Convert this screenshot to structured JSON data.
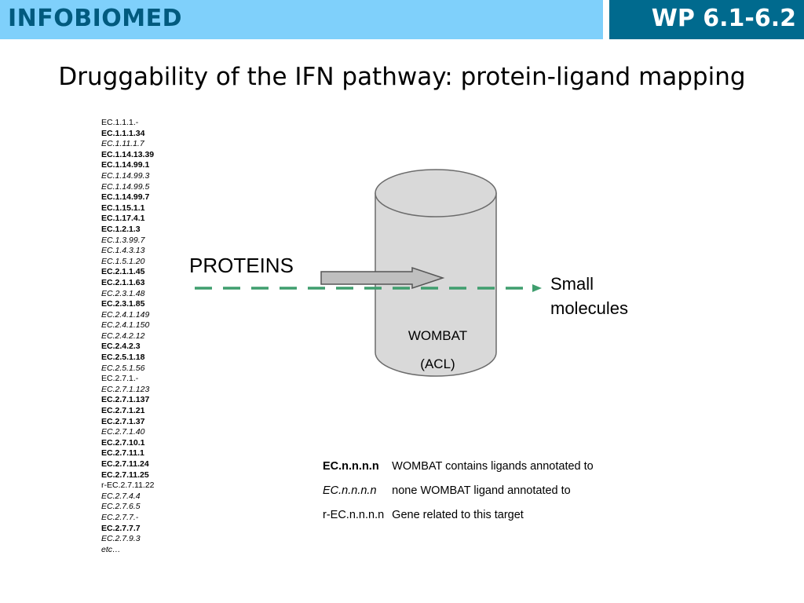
{
  "header": {
    "brand": "INFOBIOMED",
    "wp": "WP 6.1-6.2"
  },
  "slide": {
    "title": "Druggability of the IFN pathway: protein-ligand mapping"
  },
  "ec_list": [
    {
      "text": "EC.1.1.1.-",
      "style": "normal"
    },
    {
      "text": "EC.1.1.1.34",
      "style": "bold"
    },
    {
      "text": "EC.1.11.1.7",
      "style": "italic"
    },
    {
      "text": "EC.1.14.13.39",
      "style": "bold"
    },
    {
      "text": "EC.1.14.99.1",
      "style": "bold"
    },
    {
      "text": "EC.1.14.99.3",
      "style": "italic"
    },
    {
      "text": "EC.1.14.99.5",
      "style": "italic"
    },
    {
      "text": "EC.1.14.99.7",
      "style": "bold"
    },
    {
      "text": "EC.1.15.1.1",
      "style": "bold"
    },
    {
      "text": "EC.1.17.4.1",
      "style": "bold"
    },
    {
      "text": "EC.1.2.1.3",
      "style": "bold"
    },
    {
      "text": "EC.1.3.99.7",
      "style": "italic"
    },
    {
      "text": "EC.1.4.3.13",
      "style": "italic"
    },
    {
      "text": "EC.1.5.1.20",
      "style": "italic"
    },
    {
      "text": "EC.2.1.1.45",
      "style": "bold"
    },
    {
      "text": "EC.2.1.1.63",
      "style": "bold"
    },
    {
      "text": "EC.2.3.1.48",
      "style": "italic"
    },
    {
      "text": "EC.2.3.1.85",
      "style": "bold"
    },
    {
      "text": "EC.2.4.1.149",
      "style": "italic"
    },
    {
      "text": "EC.2.4.1.150",
      "style": "italic"
    },
    {
      "text": "EC.2.4.2.12",
      "style": "italic"
    },
    {
      "text": "EC.2.4.2.3",
      "style": "bold"
    },
    {
      "text": "EC.2.5.1.18",
      "style": "bold"
    },
    {
      "text": "EC.2.5.1.56",
      "style": "italic"
    },
    {
      "text": "EC.2.7.1.-",
      "style": "normal"
    },
    {
      "text": "EC.2.7.1.123",
      "style": "italic"
    },
    {
      "text": "EC.2.7.1.137",
      "style": "bold"
    },
    {
      "text": "EC.2.7.1.21",
      "style": "bold"
    },
    {
      "text": "EC.2.7.1.37",
      "style": "bold"
    },
    {
      "text": "EC.2.7.1.40",
      "style": "italic"
    },
    {
      "text": "EC.2.7.10.1",
      "style": "bold"
    },
    {
      "text": "EC.2.7.11.1",
      "style": "bold"
    },
    {
      "text": "EC.2.7.11.24",
      "style": "bold"
    },
    {
      "text": "EC.2.7.11.25",
      "style": "bold"
    },
    {
      "text": "r-EC.2.7.11.22",
      "style": "normal"
    },
    {
      "text": "EC.2.7.4.4",
      "style": "italic"
    },
    {
      "text": "EC.2.7.6.5",
      "style": "italic"
    },
    {
      "text": "EC.2.7.7.-",
      "style": "italic"
    },
    {
      "text": "EC.2.7.7.7",
      "style": "bold"
    },
    {
      "text": "EC.2.7.9.3",
      "style": "italic"
    },
    {
      "text": "etc…",
      "style": "italic"
    }
  ],
  "diagram": {
    "proteins_label": "PROTEINS",
    "small_molecules_line1": "Small",
    "small_molecules_line2": "molecules",
    "db_name": "WOMBAT",
    "db_sub": "(ACL)",
    "colors": {
      "cylinder_fill": "#d9d9d9",
      "cylinder_stroke": "#6b6b6b",
      "arrow_fill": "#bfbfbf",
      "dashed_line": "#3f9e6e"
    }
  },
  "legend": [
    {
      "key": "EC.n.n.n.n",
      "style": "bold",
      "desc": "WOMBAT contains ligands annotated to"
    },
    {
      "key": "EC.n.n.n.n",
      "style": "italic",
      "desc": "none WOMBAT ligand annotated to"
    },
    {
      "key": "r-EC.n.n.n.n",
      "style": "normal",
      "desc": "Gene related to this target"
    }
  ]
}
